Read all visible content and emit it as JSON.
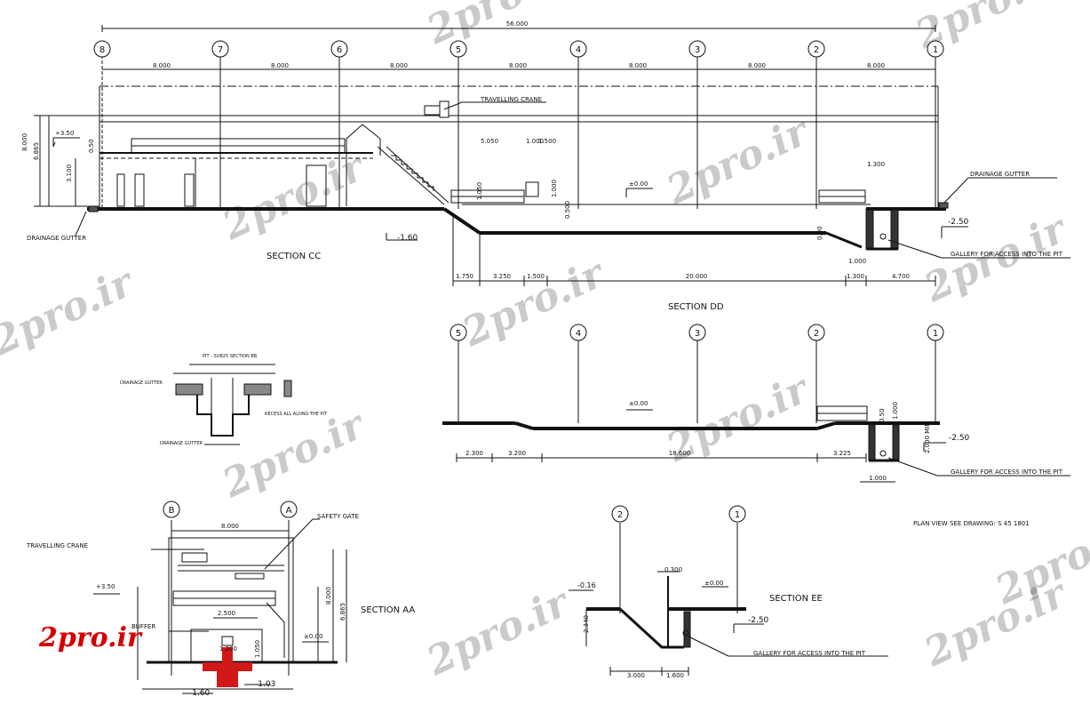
{
  "grid_top": [
    "8",
    "7",
    "6",
    "5",
    "4",
    "3",
    "2",
    "1"
  ],
  "dims": {
    "overall": "56.000",
    "bay": "8.000",
    "cc_left_h": "8.000",
    "cc_h2": "6.865",
    "cc_h3": "3.100",
    "cc_h4": "0.50",
    "cc_5050": "5.050",
    "cc_1000": "1.000",
    "cc_1500": "1.500",
    "cc_1050": "1.050",
    "cc_1000b": "1.000",
    "cc_1300": "1.300",
    "cc_0500": "0.500",
    "dd_b1": "1.750",
    "dd_b2": "3.250",
    "dd_b3": "1.500",
    "dd_b4": "20.000",
    "dd_b5": "1.300",
    "dd_b6": "4.700",
    "dd_pit1": "1.000",
    "dd_pit2": "0.90"
  },
  "labels": {
    "section_cc": "SECTION CC",
    "section_dd": "SECTION DD",
    "section_aa": "SECTION AA",
    "section_ee": "SECTION EE",
    "travelling_crane": "TRAVELLING CRANE",
    "drainage_gutter": "DRAINAGE GUTTER",
    "gallery": "GALLERY FOR ACCESS INTO THE PIT",
    "safety_gate": "SAFETY GATE",
    "buffer": "BUFFER",
    "plan_view": "PLAN VIEW SEE DRAWING:  S 45 1801",
    "pit_detail_title": "PIT - SUB25 SECTION BB",
    "pit_detail_gutter": "DRAINAGE GUTTER",
    "pit_detail_gutter2": "DRAINAGE GUTTER",
    "pit_detail_recess": "RECESS ALL ALONG THE PIT"
  },
  "levels": {
    "plus350": "+3.50",
    "zero": "±0.00",
    "minus160": "-1.60",
    "minus250": "-2.50",
    "minus016": "-0.16",
    "minus103": "-1.03"
  },
  "grid_dd": [
    "5",
    "4",
    "3",
    "2",
    "1"
  ],
  "dd_dims": {
    "a": "2.300",
    "b": "3.200",
    "c": "18.600",
    "d": "3.225",
    "e": "1.000",
    "f": "0.50",
    "g": "1.000",
    "h": "2.000 MIN"
  },
  "aa": {
    "grid": [
      "B",
      "A"
    ],
    "span": "8.000",
    "w1": "2.500",
    "w2": "1.200",
    "h1": "8.000",
    "h2": "6.865",
    "h3": "1.050"
  },
  "ee": {
    "grid": [
      "2",
      "1"
    ],
    "w1": "0.300",
    "w2": "3.000",
    "w3": "1.600",
    "h": "2.340"
  },
  "watermark": "2pro.ir",
  "logo": "2pro.ir"
}
